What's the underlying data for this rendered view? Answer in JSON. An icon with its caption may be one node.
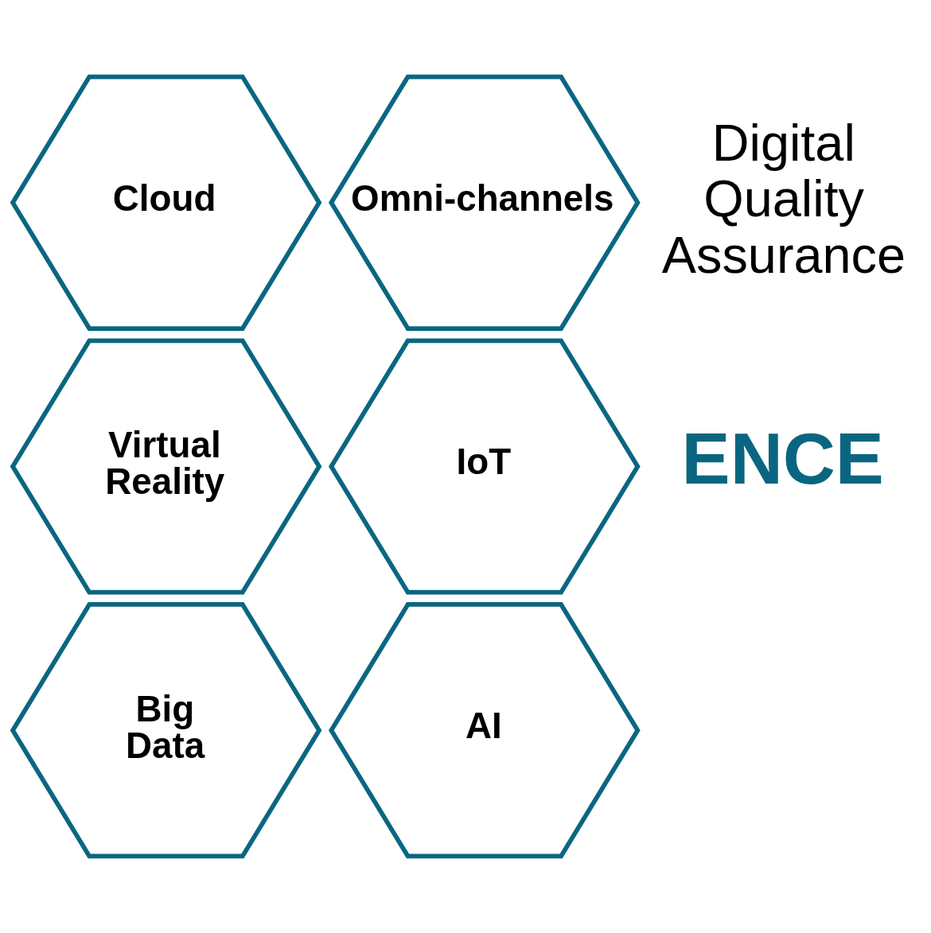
{
  "diagram": {
    "nodes": [
      {
        "text": [
          "Cloud"
        ]
      },
      {
        "text": [
          "Virtual Reality"
        ]
      },
      {
        "text": [
          "Big Data"
        ]
      },
      {
        "text": [
          "Omni-channels"
        ]
      },
      {
        "text": [
          "IoT"
        ]
      },
      {
        "text": [
          "AI"
        ]
      }
    ],
    "labels": [
      "ENCE",
      "Digital Quality Assurance"
    ]
  }
}
